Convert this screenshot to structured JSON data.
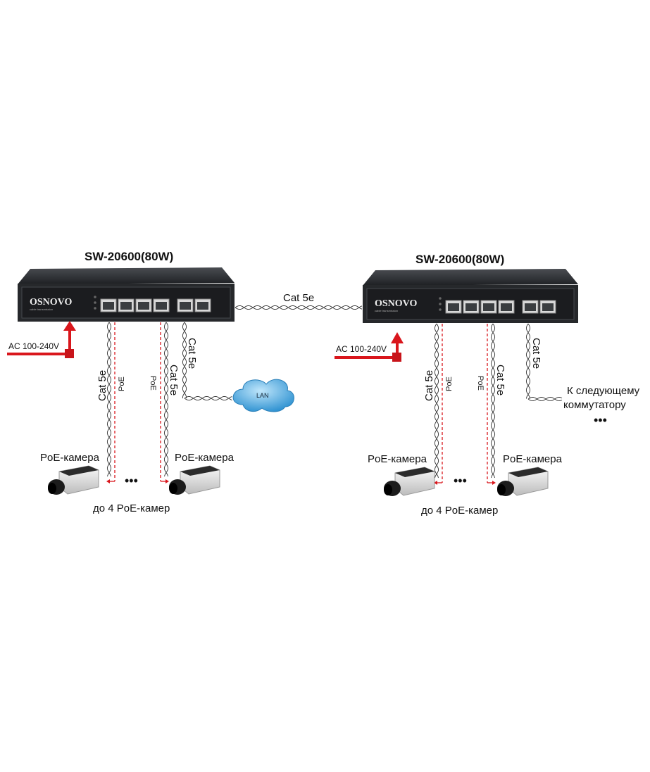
{
  "switches": [
    {
      "model": "SW-20600(80W)",
      "brand": "OSNOVO",
      "brand_sub": "cable transmission",
      "power": "AC 100-240V"
    },
    {
      "model": "SW-20600(80W)",
      "brand": "OSNOVO",
      "brand_sub": "cable transmission",
      "power": "AC 100-240V"
    }
  ],
  "labels": {
    "cable": "Cat 5e",
    "poe": "PoE",
    "camera": "PoE-камера",
    "cameras_note": "до 4 PoE-камер",
    "lan": "LAN",
    "next_switch_line1": "К следующему",
    "next_switch_line2": "коммутатору",
    "ellipsis": "•••"
  },
  "colors": {
    "power": "#d9161c",
    "switch_body": "#2b2d30",
    "cloud": "#3aa0dc"
  }
}
